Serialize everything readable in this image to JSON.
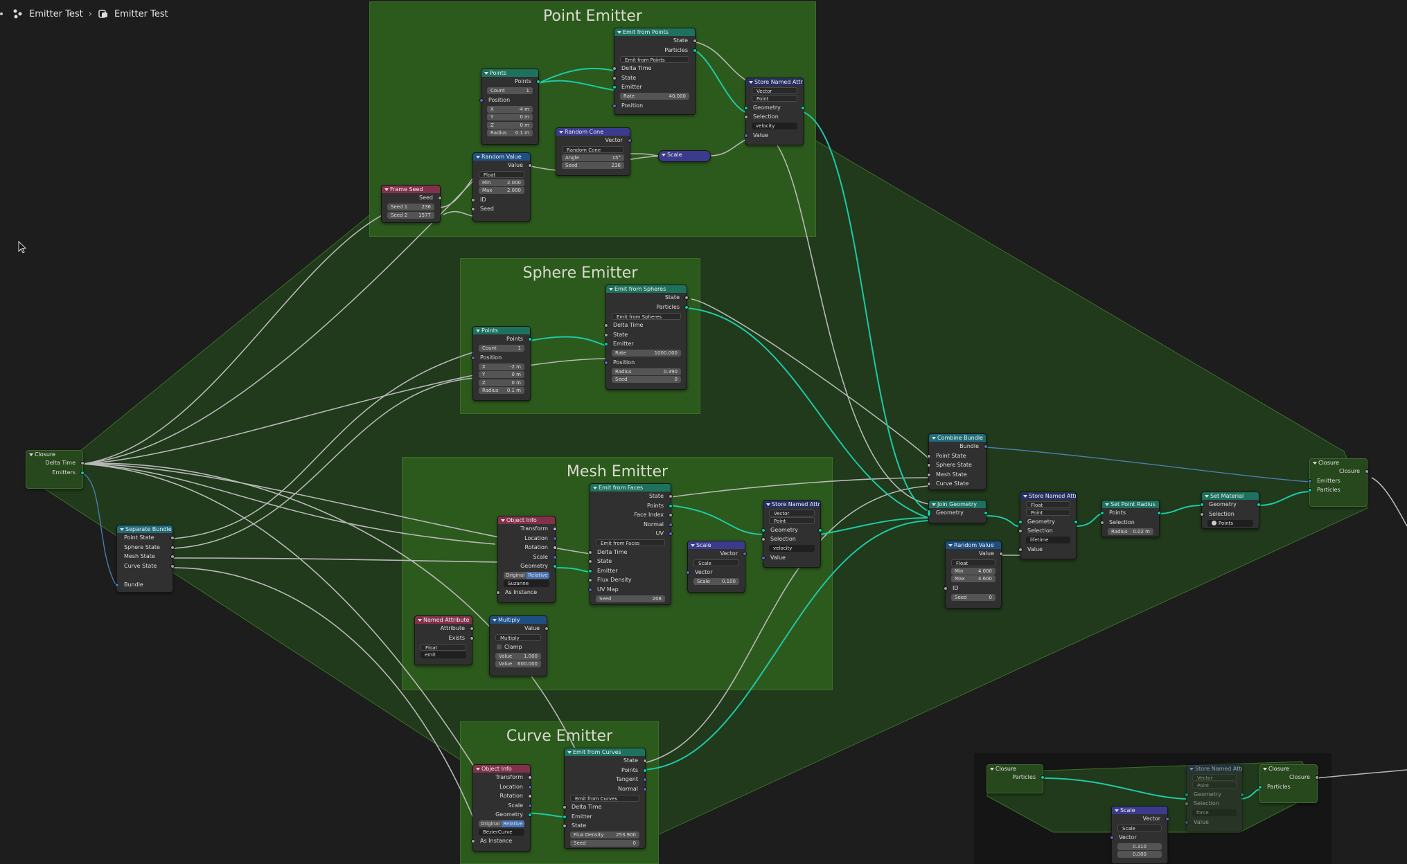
{
  "breadcrumb": {
    "item1": "Emitter Test",
    "item2": "Emitter Test"
  },
  "frames": {
    "point": "Point Emitter",
    "sphere": "Sphere Emitter",
    "mesh": "Mesh Emitter",
    "curve": "Curve Emitter"
  },
  "closure_main": {
    "title": "Closure",
    "delta_time": "Delta Time",
    "emitters": "Emitters"
  },
  "separate_bundle": {
    "title": "Separate Bundle",
    "point_state": "Point State",
    "sphere_state": "Sphere State",
    "mesh_state": "Mesh State",
    "curve_state": "Curve State",
    "bundle": "Bundle"
  },
  "point_points": {
    "title": "Points",
    "points": "Points",
    "count_label": "Count",
    "count_value": "1",
    "position": "Position",
    "x_label": "X",
    "x_value": "-4 m",
    "y_label": "Y",
    "y_value": "0 m",
    "z_label": "Z",
    "z_value": "0 m",
    "radius_label": "Radius",
    "radius_value": "0.1 m"
  },
  "emit_points": {
    "title": "Emit from Points",
    "state": "State",
    "particles": "Particles",
    "selector": "Emit from Points",
    "delta_time": "Delta Time",
    "state_in": "State",
    "emitter": "Emitter",
    "rate_label": "Rate",
    "rate_value": "40.000",
    "position": "Position"
  },
  "store_point": {
    "title": "Store Named Attri...",
    "type": "Vector",
    "domain": "Point",
    "geometry": "Geometry",
    "selection": "Selection",
    "name": "velocity",
    "value": "Value"
  },
  "random_cone": {
    "title": "Random Cone",
    "vector": "Vector",
    "selector": "Random Cone",
    "angle_label": "Angle",
    "angle_value": "15°",
    "seed_label": "Seed",
    "seed_value": "236"
  },
  "scale_small": {
    "title": "Scale"
  },
  "random_value_point": {
    "title": "Random Value",
    "value": "Value",
    "type": "Float",
    "min_label": "Min",
    "min_value": "2.000",
    "max_label": "Max",
    "max_value": "2.000",
    "id": "ID",
    "seed": "Seed"
  },
  "frame_seed": {
    "title": "Frame Seed",
    "seed": "Seed",
    "seed1_label": "Seed 1",
    "seed1_value": "236",
    "seed2_label": "Seed 2",
    "seed2_value": "1577"
  },
  "sphere_points": {
    "title": "Points",
    "points": "Points",
    "count_label": "Count",
    "count_value": "1",
    "position": "Position",
    "x_label": "X",
    "x_value": "-2 m",
    "y_label": "Y",
    "y_value": "0 m",
    "z_label": "Z",
    "z_value": "0 m",
    "radius_label": "Radius",
    "radius_value": "0.1 m"
  },
  "emit_spheres": {
    "title": "Emit from Spheres",
    "state": "State",
    "particles": "Particles",
    "selector": "Emit from Spheres",
    "delta_time": "Delta Time",
    "state_in": "State",
    "emitter": "Emitter",
    "rate_label": "Rate",
    "rate_value": "1000.000",
    "position": "Position",
    "radius_label": "Radius",
    "radius_value": "0.390",
    "seed_label": "Seed",
    "seed_value": "0"
  },
  "object_info_mesh": {
    "title": "Object Info",
    "transform": "Transform",
    "location": "Location",
    "rotation": "Rotation",
    "scale": "Scale",
    "geometry": "Geometry",
    "original": "Original",
    "relative": "Relative",
    "object": "Suzanne",
    "as_instance": "As Instance"
  },
  "emit_faces": {
    "title": "Emit from Faces",
    "state": "State",
    "points": "Points",
    "face_index": "Face Index",
    "normal": "Normal",
    "uv": "UV",
    "selector": "Emit from Faces",
    "delta_time": "Delta Time",
    "state_in": "State",
    "emitter": "Emitter",
    "flux_density": "Flux Density",
    "uv_map": "UV Map",
    "seed_label": "Seed",
    "seed_value": "208"
  },
  "store_mesh": {
    "title": "Store Named Attri...",
    "type": "Vector",
    "domain": "Point",
    "geometry": "Geometry",
    "selection": "Selection",
    "name": "velocity",
    "value": "Value"
  },
  "scale_mesh": {
    "title": "Scale",
    "vector": "Vector",
    "mode": "Scale",
    "vector_in": "Vector",
    "scale_label": "Scale",
    "scale_value": "0.100"
  },
  "named_attr": {
    "title": "Named Attribute",
    "attribute": "Attribute",
    "exists": "Exists",
    "type": "Float",
    "name": "emit"
  },
  "multiply": {
    "title": "Multiply",
    "value": "Value",
    "op": "Multiply",
    "clamp": "Clamp",
    "v1_label": "Value",
    "v1_value": "1.000",
    "v2_label": "Value",
    "v2_value": "600.000"
  },
  "object_info_curve": {
    "title": "Object Info",
    "transform": "Transform",
    "location": "Location",
    "rotation": "Rotation",
    "scale": "Scale",
    "geometry": "Geometry",
    "original": "Original",
    "relative": "Relative",
    "object": "BézierCurve",
    "as_instance": "As Instance"
  },
  "emit_curves": {
    "title": "Emit from Curves",
    "state": "State",
    "points": "Points",
    "tangent": "Tangent",
    "normal": "Normal",
    "selector": "Emit from Curves",
    "delta_time": "Delta Time",
    "emitter": "Emitter",
    "state_in": "State",
    "flux_label": "Flux Density",
    "flux_value": "253.900",
    "seed_label": "Seed",
    "seed_value": "0"
  },
  "combine_bundle": {
    "title": "Combine Bundle",
    "bundle": "Bundle",
    "point_state": "Point State",
    "sphere_state": "Sphere State",
    "mesh_state": "Mesh State",
    "curve_state": "Curve State"
  },
  "join_geometry": {
    "title": "Join Geometry",
    "geometry": "Geometry"
  },
  "random_value_main": {
    "title": "Random Value",
    "value": "Value",
    "type": "Float",
    "min_label": "Min",
    "min_value": "4.000",
    "max_label": "Max",
    "max_value": "4.600",
    "id": "ID",
    "seed_label": "Seed",
    "seed_value": "0"
  },
  "store_main": {
    "title": "Store Named Attri...",
    "type": "Float",
    "domain": "Point",
    "geometry": "Geometry",
    "selection": "Selection",
    "name": "lifetime",
    "value": "Value"
  },
  "set_radius": {
    "title": "Set Point Radius",
    "points": "Points",
    "selection": "Selection",
    "radius_label": "Radius",
    "radius_value": "0.02 m"
  },
  "set_material": {
    "title": "Set Material",
    "geometry": "Geometry",
    "selection": "Selection",
    "material": "Points"
  },
  "closure_out": {
    "title": "Closure",
    "closure": "Closure",
    "emitters": "Emitters",
    "particles": "Particles"
  },
  "closure_b1": {
    "title": "Closure",
    "particles": "Particles"
  },
  "store_b": {
    "title": "Store Named Attri...",
    "type": "Vector",
    "domain": "Point",
    "geometry": "Geometry",
    "selection": "Selection",
    "name": "force",
    "value": "Value"
  },
  "closure_b2": {
    "title": "Closure",
    "closure": "Closure",
    "particles": "Particles"
  },
  "scale_b": {
    "title": "Scale",
    "vector": "Vector",
    "mode": "Scale",
    "vector_in": "Vector",
    "v1": "0.310",
    "v2": "0.000"
  },
  "colors": {
    "background": "#1d1d1d",
    "frame": "#2c5a1c",
    "socket_geometry": "#00d6a3",
    "socket_float": "#a1a1a1",
    "socket_vector": "#6363c7",
    "wire_geometry": "#1fc9a8",
    "wire_default": "#b8b8b8"
  }
}
